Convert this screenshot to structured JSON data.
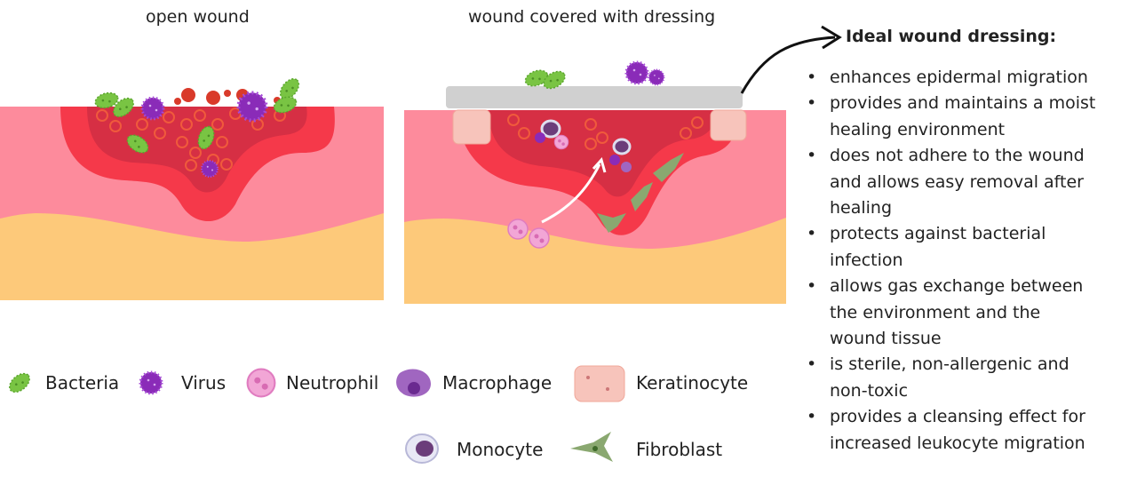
{
  "panels": {
    "left_title": "open wound",
    "right_title": "wound covered with dressing"
  },
  "dressing_box": {
    "title": "Ideal wound dressing:",
    "items": [
      {
        "lines": [
          "enhances epidermal migration"
        ]
      },
      {
        "lines": [
          "provides and maintains a moist",
          "healing environment"
        ]
      },
      {
        "lines": [
          "does not adhere to the wound",
          "and allows easy removal after",
          "healing"
        ]
      },
      {
        "lines": [
          "protects against bacterial",
          "infection"
        ]
      },
      {
        "lines": [
          "allows gas exchange between",
          "the environment and the",
          "wound tissue"
        ]
      },
      {
        "lines": [
          "is sterile, non-allergenic and",
          "non-toxic"
        ]
      },
      {
        "lines": [
          "provides a cleansing effect for",
          "increased leukocyte migration"
        ]
      }
    ],
    "bullet": "•"
  },
  "legend": {
    "bacteria": "Bacteria",
    "virus": "Virus",
    "neutrophil": "Neutrophil",
    "macrophage": "Macrophage",
    "keratinocyte": "Keratinocyte",
    "monocyte": "Monocyte",
    "fibroblast": "Fibroblast"
  },
  "colors": {
    "dermis": "#fd8b9c",
    "fat": "#fdc97a",
    "wound_outer": "#f5394a",
    "wound_inner": "#d62f44",
    "bacteria": "#79c443",
    "virus": "#8a2bb8",
    "dressing": "#d0d0d0"
  }
}
